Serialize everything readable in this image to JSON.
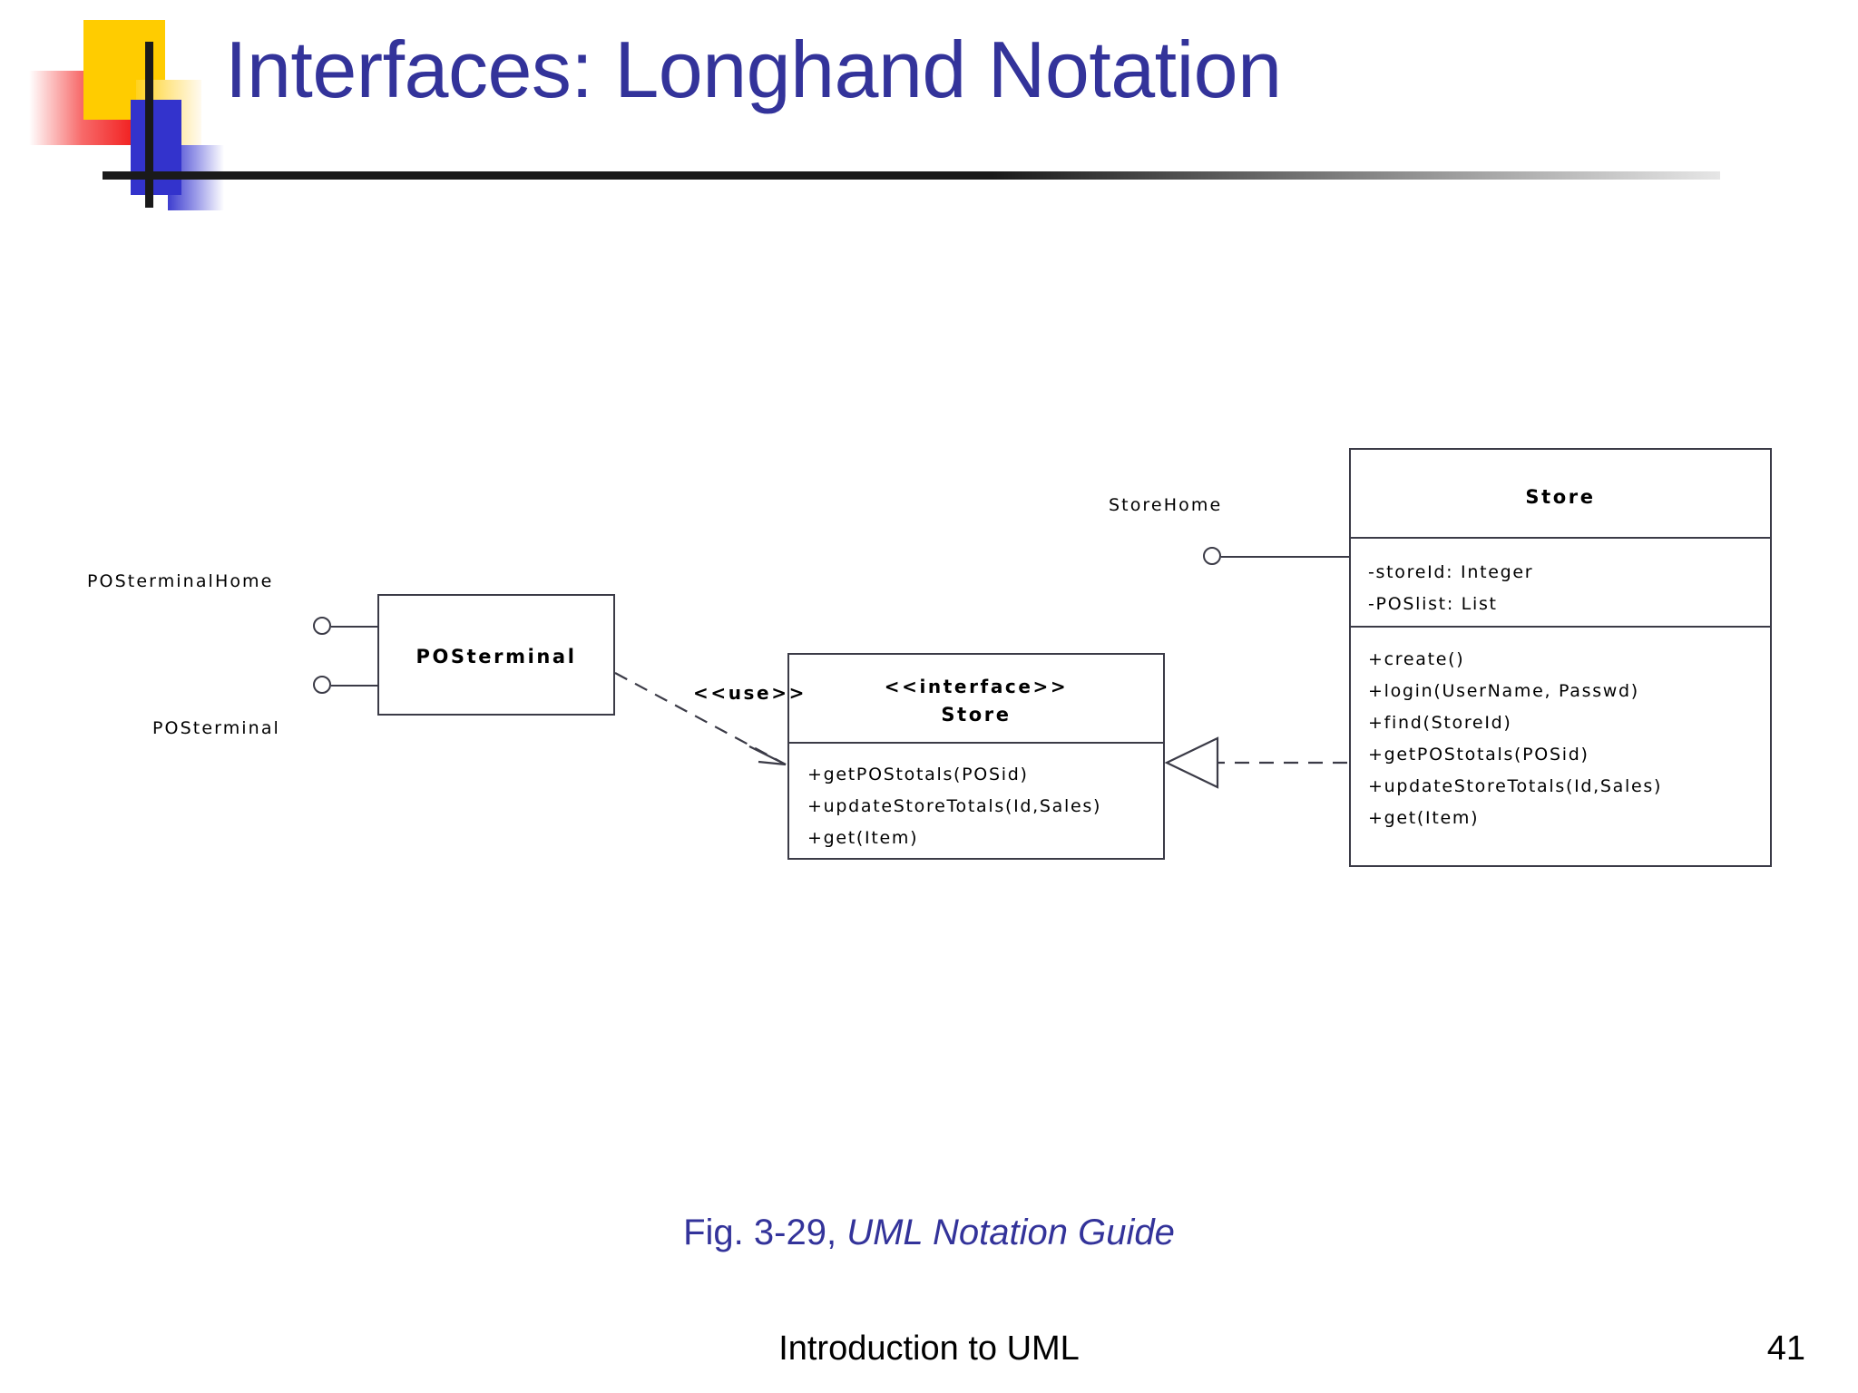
{
  "slide": {
    "title": "Interfaces: Longhand Notation",
    "caption_prefix": "Fig. 3-29,",
    "caption_italic": "UML Notation Guide",
    "footer": "Introduction to UML",
    "page_number": "41",
    "title_color": "#33339a",
    "line_color": "#3b3b47",
    "text_color": "#000000"
  },
  "diagram": {
    "interface_labels": {
      "pos_terminal_home": "POSterminalHome",
      "pos_terminal": "POSterminal",
      "store_home": "StoreHome"
    },
    "pos_terminal_box": {
      "name": "POSterminal"
    },
    "store_interface_box": {
      "stereotype": "<<interface>>",
      "name": "Store",
      "operations": [
        "+getPOStotals(POSid)",
        "+updateStoreTotals(Id,Sales)",
        "+get(Item)"
      ]
    },
    "store_class_box": {
      "name": "Store",
      "attributes": [
        "-storeId: Integer",
        "-POSlist: List"
      ],
      "operations": [
        "+create()",
        "+login(UserName, Passwd)",
        "+find(StoreId)",
        "+getPOStotals(POSid)",
        "+updateStoreTotals(Id,Sales)",
        "+get(Item)"
      ]
    },
    "relationships": {
      "use_label": "<<use>>"
    }
  }
}
